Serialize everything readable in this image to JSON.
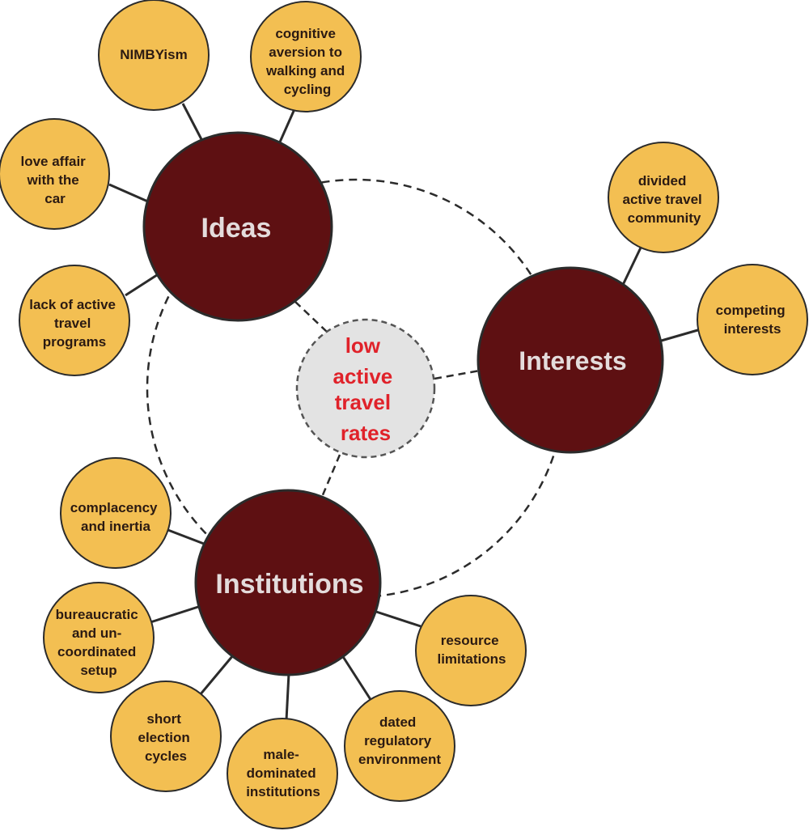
{
  "colors": {
    "hub_fill": "#5e1012",
    "leaf_fill": "#f3bf52",
    "center_fill": "#e3e3e3",
    "center_text": "#e0222a",
    "stroke": "#2b2b2b"
  },
  "center": {
    "lines": [
      "low",
      "active",
      "travel",
      "rates"
    ]
  },
  "hubs": {
    "ideas": {
      "label": "Ideas"
    },
    "interests": {
      "label": "Interests"
    },
    "institutions": {
      "label": "Institutions"
    }
  },
  "leaves": {
    "nimbyism": {
      "lines": [
        "NIMBYism"
      ]
    },
    "cognitive": {
      "lines": [
        "cognitive",
        "aversion to",
        "walking and",
        "cycling"
      ]
    },
    "love_affair": {
      "lines": [
        "love affair",
        "with the",
        "car"
      ]
    },
    "lack_programs": {
      "lines": [
        "lack of active",
        "travel",
        "programs"
      ]
    },
    "divided": {
      "lines": [
        "divided",
        "active travel",
        "community"
      ]
    },
    "competing": {
      "lines": [
        "competing",
        "interests"
      ]
    },
    "complacency": {
      "lines": [
        "complacency",
        "and inertia"
      ]
    },
    "bureaucratic": {
      "lines": [
        "bureaucratic",
        "and un-",
        "coordinated",
        "setup"
      ]
    },
    "short_election": {
      "lines": [
        "short",
        "election",
        "cycles"
      ]
    },
    "male_dominated": {
      "lines": [
        "male-",
        "dominated",
        "institutions"
      ]
    },
    "dated_regulatory": {
      "lines": [
        "dated",
        "regulatory",
        "environment"
      ]
    },
    "resource": {
      "lines": [
        "resource",
        "limitations"
      ]
    }
  }
}
